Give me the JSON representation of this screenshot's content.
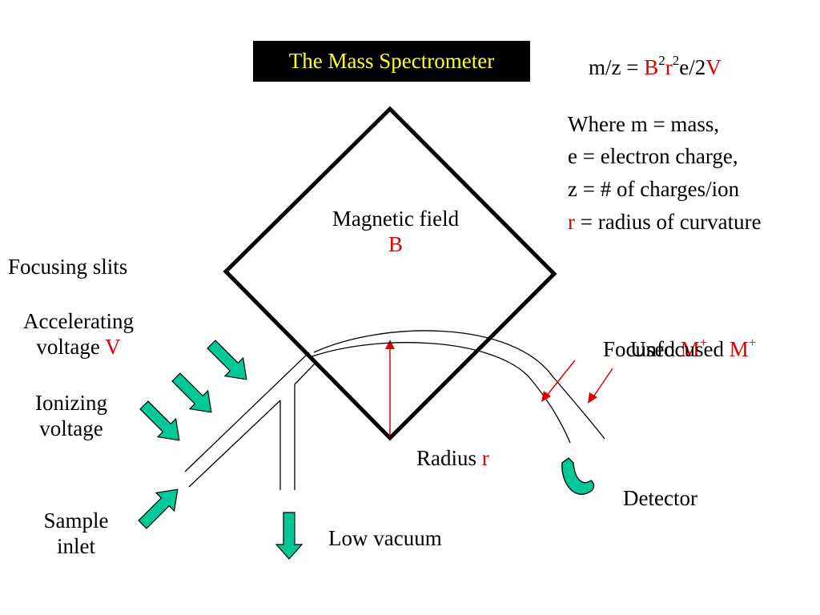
{
  "title": "The Mass Spectrometer",
  "formula": {
    "prefix": "m/z = ",
    "B": "B",
    "exp1": "2",
    "r": "r",
    "exp2": "2",
    "mid": "e/2",
    "V": "V"
  },
  "definitions": {
    "line1": "Where m = mass,",
    "line2": "e = electron charge,",
    "line3": "z = # of charges/ion",
    "line4_var": "r",
    "line4_rest": " = radius of curvature"
  },
  "magnet": {
    "label": "Magnetic field",
    "symbol": "B"
  },
  "labels": {
    "focusing_slits": "Focusing slits",
    "accel_line1": "Accelerating",
    "accel_line2": "voltage ",
    "accel_var": "V",
    "ionizing_line1": "Ionizing",
    "ionizing_line2": "voltage",
    "sample_line1": "Sample",
    "sample_line2": "inlet",
    "radius": "Radius ",
    "radius_var": "r",
    "detector": "Detector",
    "low_vacuum": "Low vacuum",
    "focused": "Focused ",
    "focused_ion": "M",
    "focused_sup": "+",
    "unfocused": "Unfocused ",
    "unfocused_ion": "M",
    "unfocused_sup": "+"
  },
  "colors": {
    "accent_red": "#e00000",
    "arrow_green": "#00c896",
    "title_bg": "#000000",
    "title_fg": "#ffff33"
  }
}
